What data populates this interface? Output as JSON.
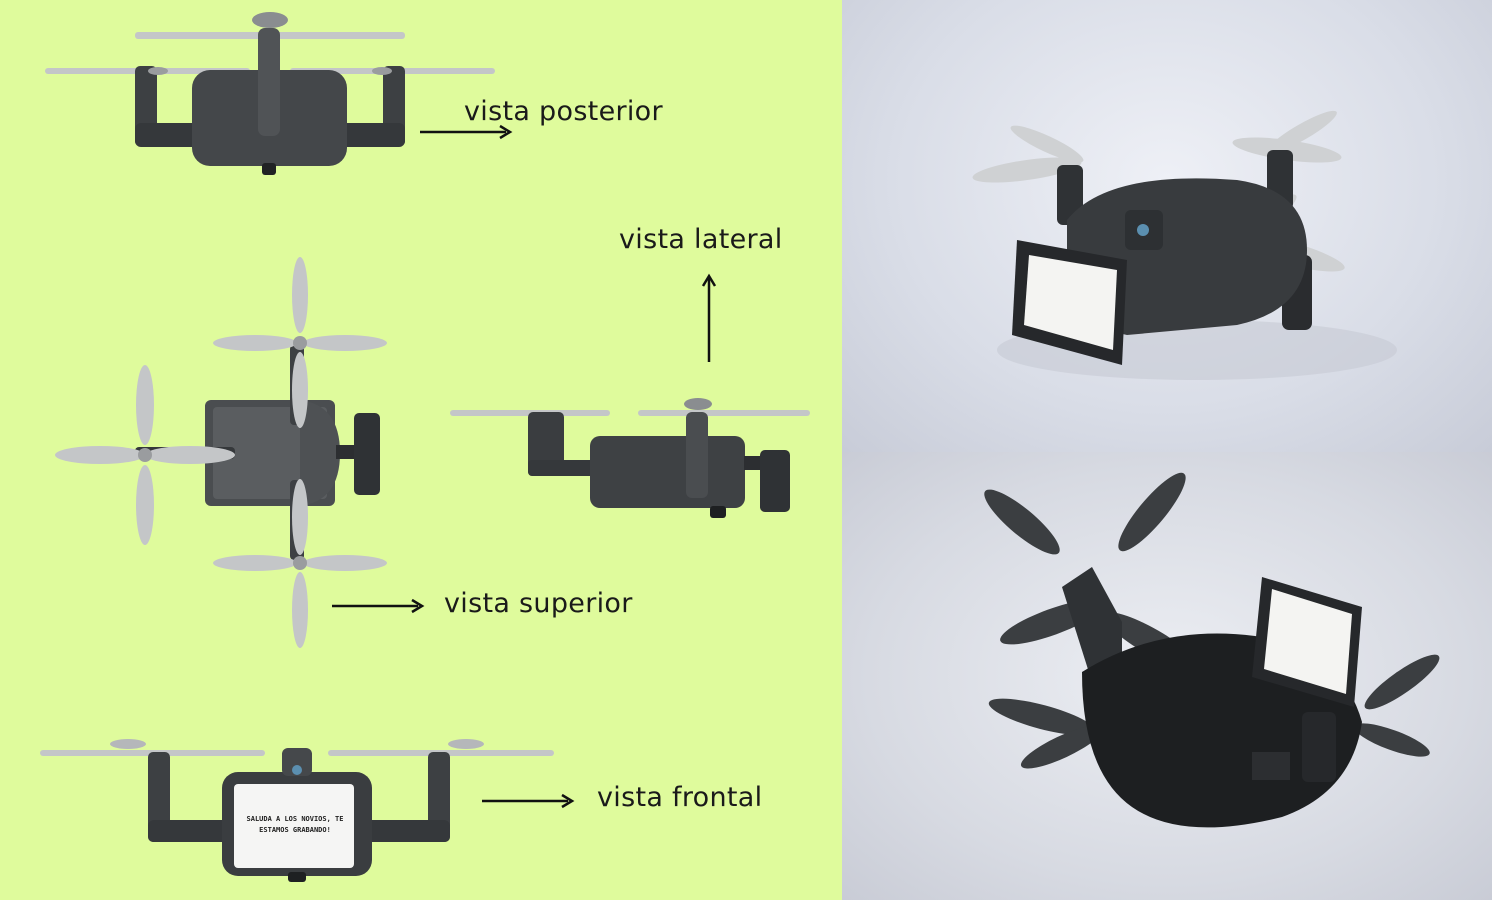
{
  "labels": {
    "posterior": "vista posterior",
    "lateral": "vista lateral",
    "superior": "vista superior",
    "frontal": "vista frontal"
  },
  "screen_message": {
    "line1": "SALUDA A LOS NOVIOS, TE",
    "line2": "ESTAMOS GRABANDO!"
  },
  "colors": {
    "panel_left_bg": "#dffb9c",
    "body_dark": "#3a3d40",
    "propeller_light": "#c9cbce",
    "render_bg": "#dfe2ea"
  },
  "icons": [
    "arrow-right-icon",
    "arrow-up-icon"
  ]
}
